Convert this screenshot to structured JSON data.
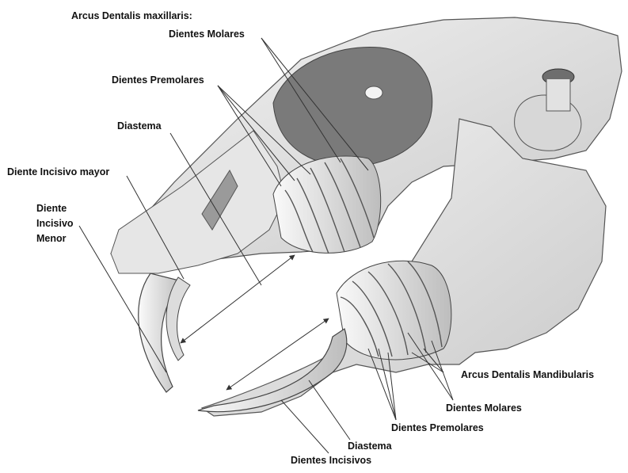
{
  "labels": {
    "arcus_maxillaris": "Arcus Dentalis maxillaris:",
    "molares_top": "Dientes Molares",
    "premolares_top": "Dientes Premolares",
    "diastema_top": "Diastema",
    "incisivo_mayor": "Diente Incisivo mayor",
    "incisivo_menor_1": "Diente",
    "incisivo_menor_2": "Incisivo",
    "incisivo_menor_3": "Menor",
    "arcus_mandibularis": "Arcus Dentalis Mandibularis",
    "molares_bottom": "Dientes Molares",
    "premolares_bottom": "Dientes Premolares",
    "diastema_bottom": "Diastema",
    "incisivos_bottom": "Dientes Incisivos"
  },
  "colors": {
    "bone_light": "#ebebeb",
    "bone_mid": "#cfcfcf",
    "bone_dark": "#8a8a8a",
    "orbit_shadow": "#6f6f6f",
    "line": "#333333",
    "text": "#111111"
  }
}
